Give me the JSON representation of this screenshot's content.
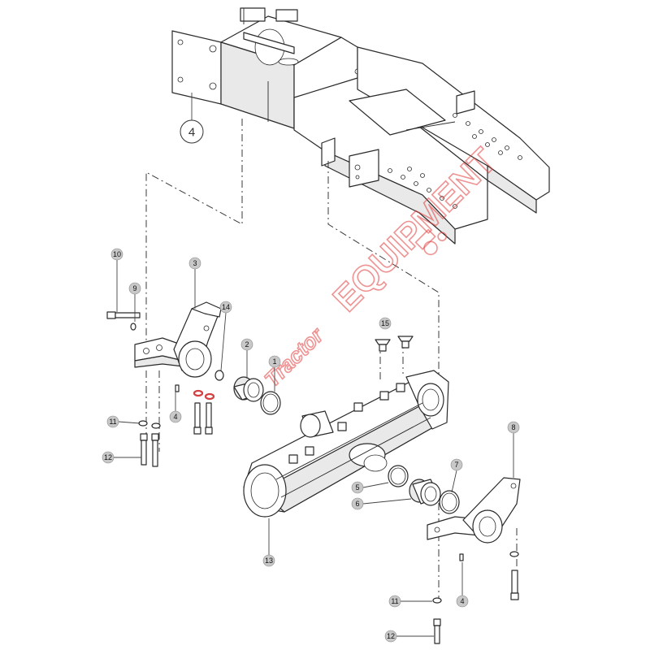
{
  "watermark": {
    "text": "EQUIPMENT",
    "prefix": "Tractor"
  },
  "assembly_label": "4",
  "callouts": [
    {
      "id": "c10a",
      "label": "10"
    },
    {
      "id": "c9",
      "label": "9"
    },
    {
      "id": "c3",
      "label": "3"
    },
    {
      "id": "c14",
      "label": "14"
    },
    {
      "id": "c2",
      "label": "2"
    },
    {
      "id": "c1",
      "label": "1"
    },
    {
      "id": "c15",
      "label": "15"
    },
    {
      "id": "c4a",
      "label": "4"
    },
    {
      "id": "c11a",
      "label": "11"
    },
    {
      "id": "c12a",
      "label": "12"
    },
    {
      "id": "c8",
      "label": "8"
    },
    {
      "id": "c7",
      "label": "7"
    },
    {
      "id": "c5",
      "label": "5"
    },
    {
      "id": "c6",
      "label": "6"
    },
    {
      "id": "c13",
      "label": "13"
    },
    {
      "id": "c11b",
      "label": "11"
    },
    {
      "id": "c4b",
      "label": "4"
    },
    {
      "id": "c12b",
      "label": "12"
    }
  ],
  "colors": {
    "line": "#2a2a2a",
    "bubble": "#c8c8c8",
    "watermark": "#e23a3a"
  }
}
